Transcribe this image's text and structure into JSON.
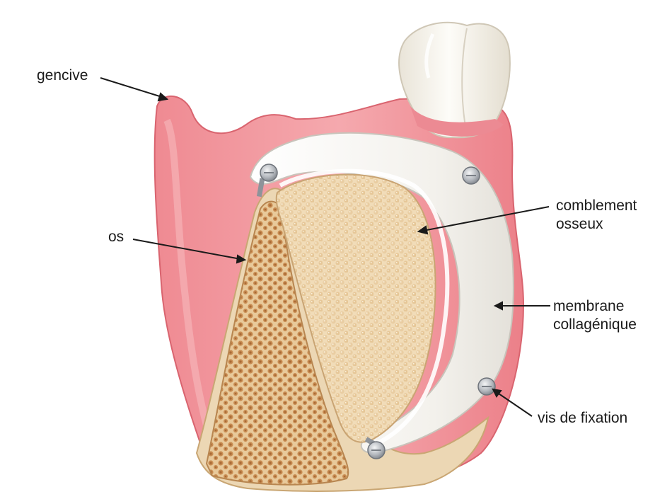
{
  "labels": {
    "gencive": "gencive",
    "os": "os",
    "comblement_line1": "comblement",
    "comblement_line2": "osseux",
    "membrane_line1": "membrane",
    "membrane_line2": "collagénique",
    "vis": "vis de fixation"
  },
  "colors": {
    "gum": "#f08c94",
    "gum_dark": "#e2707c",
    "bone": "#e8cfa6",
    "bone_pore": "#c9935a",
    "graft": "#f1dcb8",
    "graft_dot": "#d9b98c",
    "membrane": "#f7f6f2",
    "tooth": "#faf8f2",
    "screw": "#b8bcc2"
  }
}
